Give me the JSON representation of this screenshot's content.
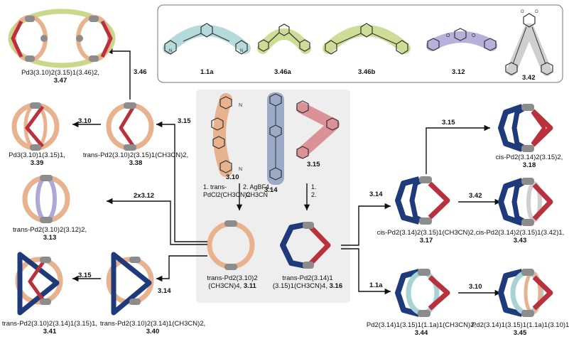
{
  "ligands_top": [
    {
      "id": "1.1a",
      "label": "1.1a"
    },
    {
      "id": "3.46a",
      "label": "3.46a"
    },
    {
      "id": "3.46b",
      "label": "3.46b"
    },
    {
      "id": "3.12",
      "label": "3.12"
    },
    {
      "id": "3.42",
      "label": "3.42"
    }
  ],
  "center_ligands": {
    "l310": "3.10",
    "l314": "3.14",
    "l315": "3.15"
  },
  "center_steps": {
    "left_1": "1. trans-",
    "left_1b": "PdCl2(CH3CN)2",
    "left_2": "2. AgBF4,",
    "left_2b": "CH3CN",
    "right_1": "1.",
    "right_2": "2."
  },
  "arrows": {
    "a346": "3.46",
    "a310": "3.10",
    "a315_left": "3.15",
    "a2x312": "2x3.12",
    "a315_bottom": "3.15",
    "a314_left": "3.14",
    "a314_right": "3.14",
    "a315_right": "3.15",
    "a342": "3.42",
    "a11a": "1.1a",
    "a310_right": "3.10"
  },
  "compounds": {
    "c347": {
      "formula": "Pd3(3.10)2(3.15)1(3.46)2,",
      "number": "3.47"
    },
    "c339": {
      "formula": "Pd3(3.10)1(3.15)1,",
      "number": "3.39"
    },
    "c338": {
      "formula": "trans-Pd2(3.10)2(3.15)1(CH3CN)2,",
      "number": "3.38"
    },
    "c313": {
      "formula": "trans-Pd2(3.10)2(3.12)2,",
      "number": "3.13"
    },
    "c341": {
      "formula": "trans-Pd2(3.10)2(3.14)1(3.15)1,",
      "number": "3.41"
    },
    "c340": {
      "formula": "trans-Pd2(3.10)2(3.14)1(CH3CN)2,",
      "number": "3.40"
    },
    "c311": {
      "formula": "trans-Pd2(3.10)2",
      "formula2": "(CH3CN)4,",
      "number": "3.11"
    },
    "c316": {
      "formula": "trans-Pd2(3.14)1",
      "formula2": "(3.15)1(CH3CN)4,",
      "number": "3.16"
    },
    "c317": {
      "formula": "cis-Pd2(3.14)2(3.15)1(CH3CN)2,",
      "number": "3.17"
    },
    "c318": {
      "formula": "cis-Pd2(3.14)2(3.15)2,",
      "number": "3.18"
    },
    "c343": {
      "formula": "cis-Pd2(3.14)2(3.15)1(3.42)1,",
      "number": "3.43"
    },
    "c344": {
      "formula": "Pd2(3.14)1(3.15)1(1.1a)1(CH3CN)2,",
      "number": "3.44"
    },
    "c345": {
      "formula": "Pd2(3.14)1(3.15)1(1.1a)1(3.10)1,",
      "number": "3.45"
    }
  },
  "colors": {
    "tan": "#e8b28f",
    "red": "#b8313c",
    "navy": "#1f3a7a",
    "lavender": "#aea8d6",
    "lightblue": "#a7d3d5",
    "lime": "#c9d98a",
    "grey": "#8c8c8c",
    "panel": "#eeeeee"
  }
}
